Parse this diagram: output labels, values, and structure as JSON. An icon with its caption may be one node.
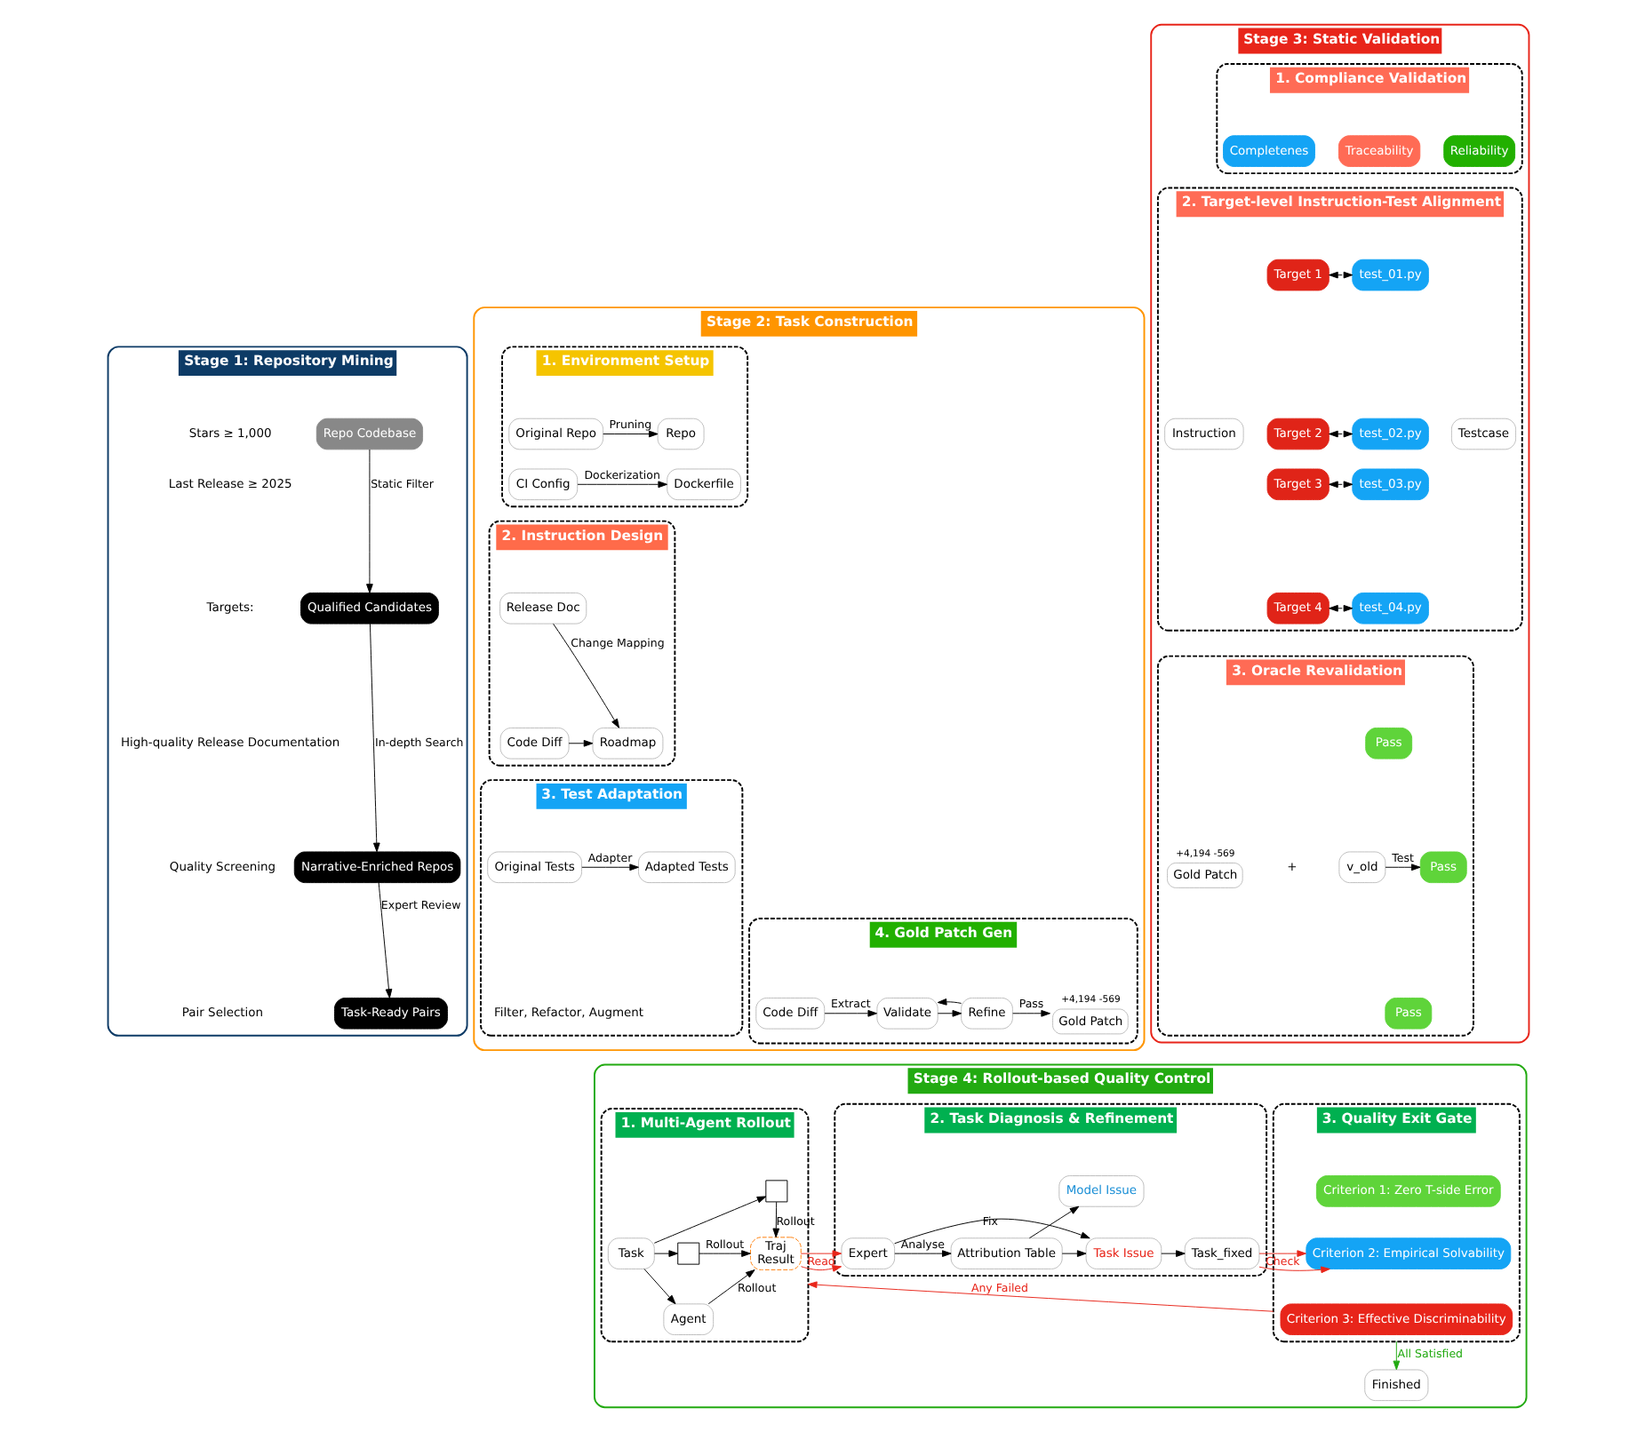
{
  "diagram": {
    "nodes": [
      {
        "text": [
          "Stage 1: Repository Mining"
        ]
      },
      {
        "text": [
          "Repo Codebase"
        ],
        "in": 0
      },
      {
        "text": [
          "Qualified Candidates"
        ],
        "in": 0
      },
      {
        "text": [
          "Narrative-Enriched Repos"
        ],
        "in": 0
      },
      {
        "text": [
          "Task-Ready Pairs"
        ],
        "in": 0
      },
      {
        "text": [
          "Stage 2: Task Construction"
        ]
      },
      {
        "text": [
          "1. Environment Setup"
        ],
        "in": 5
      },
      {
        "text": [
          "Original Repo"
        ],
        "in": 6
      },
      {
        "text": [
          "Repo"
        ],
        "in": 6
      },
      {
        "text": [
          "CI Config"
        ],
        "in": 6
      },
      {
        "text": [
          "Dockerfile"
        ],
        "in": 6
      },
      {
        "text": [
          "2. Instruction Design"
        ],
        "in": 5
      },
      {
        "text": [
          "Release Doc"
        ],
        "in": 11
      },
      {
        "text": [
          "Code Diff"
        ],
        "in": 11
      },
      {
        "text": [
          "Roadmap"
        ],
        "in": 11
      },
      {
        "text": [
          "3. Test Adaptation"
        ],
        "in": 5
      },
      {
        "text": [
          "Original Tests"
        ],
        "in": 15
      },
      {
        "text": [
          "Adapted Tests"
        ],
        "in": 15
      },
      {
        "text": [
          "4. Gold Patch Gen"
        ],
        "in": 5
      },
      {
        "text": [
          "Code Diff"
        ],
        "in": 18
      },
      {
        "text": [
          "Validate"
        ],
        "in": 18
      },
      {
        "text": [
          "Refine"
        ],
        "in": 18
      },
      {
        "text": [
          "Gold Patch"
        ],
        "beside": [
          "+4,194 -569"
        ],
        "in": 18
      },
      {
        "text": [
          "Stage 3: Static Validation"
        ]
      },
      {
        "text": [
          "1. Compliance Validation"
        ],
        "in": 23
      },
      {
        "text": [
          "Completenes"
        ],
        "in": 24
      },
      {
        "text": [
          "Traceability"
        ],
        "in": 24
      },
      {
        "text": [
          "Reliability"
        ],
        "in": 24
      },
      {
        "text": [
          "2. Target-level Instruction-Test Alignment"
        ],
        "in": 23
      },
      {
        "text": [
          "Instruction"
        ],
        "in": 28
      },
      {
        "text": [
          "Target 1"
        ],
        "in": 28
      },
      {
        "text": [
          "Target 2"
        ],
        "in": 28
      },
      {
        "text": [
          "Target 3"
        ],
        "in": 28
      },
      {
        "text": [
          "Target 4"
        ],
        "in": 28
      },
      {
        "text": [
          "test_01.py"
        ],
        "in": 28
      },
      {
        "text": [
          "test_02.py"
        ],
        "in": 28
      },
      {
        "text": [
          "test_03.py"
        ],
        "in": 28
      },
      {
        "text": [
          "test_04.py"
        ],
        "in": 28
      },
      {
        "text": [
          "Testcase"
        ],
        "in": 28
      },
      {
        "text": [
          "3. Oracle Revalidation"
        ],
        "in": 23
      },
      {
        "text": [
          "Gold Patch"
        ],
        "beside": [
          "+4,194 -569"
        ],
        "in": 39
      },
      {
        "text": [
          "v_old"
        ],
        "in": 39
      },
      {
        "text": [
          "Pass"
        ],
        "in": 39
      },
      {
        "text": [
          "Pass"
        ],
        "in": 39
      },
      {
        "text": [
          "Pass"
        ],
        "in": 39
      },
      {
        "text": [
          "Stage 4: Rollout-based Quality Control"
        ]
      },
      {
        "text": [
          "1. Multi-Agent Rollout"
        ],
        "in": 45
      },
      {
        "text": [
          "Task"
        ],
        "in": 46
      },
      {
        "text": [],
        "shape": "box",
        "in": 46
      },
      {
        "text": [],
        "shape": "box",
        "in": 46
      },
      {
        "text": [
          "Agent"
        ],
        "in": 46
      },
      {
        "text": [
          "Traj",
          "Result"
        ],
        "in": 46
      },
      {
        "text": [
          "2. Task Diagnosis & Refinement"
        ],
        "in": 45
      },
      {
        "text": [
          "Expert"
        ],
        "in": 52
      },
      {
        "text": [
          "Attribution Table"
        ],
        "in": 52
      },
      {
        "text": [
          "Model Issue"
        ],
        "in": 52
      },
      {
        "text": [
          "Task Issue"
        ],
        "in": 52
      },
      {
        "text": [
          "Task_fixed"
        ],
        "in": 52
      },
      {
        "text": [
          "3. Quality Exit Gate"
        ],
        "in": 45
      },
      {
        "text": [
          "Criterion 1: Zero T-side Error"
        ],
        "in": 58
      },
      {
        "text": [
          "Criterion 2: Empirical Solvability"
        ],
        "in": 58
      },
      {
        "text": [
          "Criterion 3: Effective Discriminability"
        ],
        "in": 58
      },
      {
        "text": [
          "Finished"
        ],
        "in": 45
      }
    ],
    "edges": [
      {
        "from": 1,
        "to": 2,
        "arrow": "to",
        "label": "Static Filter"
      },
      {
        "from": 2,
        "to": 3,
        "arrow": "to",
        "label": "In-depth Search"
      },
      {
        "from": 3,
        "to": 4,
        "arrow": "to",
        "label": "Expert Review"
      },
      {
        "from": 7,
        "to": 8,
        "arrow": "to",
        "label": "Pruning"
      },
      {
        "from": 9,
        "to": 10,
        "arrow": "to",
        "label": "Dockerization"
      },
      {
        "from": 12,
        "to": 14,
        "arrow": "to",
        "label": "Change Mapping"
      },
      {
        "from": 13,
        "to": 14,
        "arrow": "to"
      },
      {
        "from": 16,
        "to": 17,
        "arrow": "to",
        "label": "Adapter"
      },
      {
        "from": 19,
        "to": 20,
        "arrow": "to",
        "label": "Extract"
      },
      {
        "from": 20,
        "to": 21,
        "arrow": "to"
      },
      {
        "from": 21,
        "to": 20,
        "arrow": "to"
      },
      {
        "from": 21,
        "to": 22,
        "arrow": "to",
        "label": "Pass"
      },
      {
        "from": 30,
        "to": 34,
        "arrow": "both",
        "style": "dashed"
      },
      {
        "from": 31,
        "to": 35,
        "arrow": "both",
        "style": "dashed"
      },
      {
        "from": 32,
        "to": 36,
        "arrow": "both",
        "style": "dashed"
      },
      {
        "from": 33,
        "to": 37,
        "arrow": "both",
        "style": "dashed"
      },
      {
        "from": 41,
        "to": 43,
        "arrow": "to",
        "label": "Test"
      },
      {
        "from": 47,
        "to": 48,
        "arrow": "to"
      },
      {
        "from": 47,
        "to": 49,
        "arrow": "to"
      },
      {
        "from": 47,
        "to": 50,
        "arrow": "to"
      },
      {
        "from": 48,
        "to": 51,
        "arrow": "to",
        "label": "Rollout"
      },
      {
        "from": 49,
        "to": 51,
        "arrow": "to",
        "label": "Rollout"
      },
      {
        "from": 50,
        "to": 51,
        "arrow": "to",
        "label": "Rollout"
      },
      {
        "from": 51,
        "to": 53,
        "arrow": "to",
        "label": "Read",
        "color": "#e8251a"
      },
      {
        "from": 53,
        "to": 54,
        "arrow": "to",
        "label": "Analyse"
      },
      {
        "from": 54,
        "to": 55,
        "arrow": "to"
      },
      {
        "from": 54,
        "to": 56,
        "arrow": "to"
      },
      {
        "from": 53,
        "to": 56,
        "arrow": "to",
        "label": "Fix"
      },
      {
        "from": 56,
        "to": 57,
        "arrow": "to"
      },
      {
        "from": 57,
        "to": 60,
        "arrow": "to",
        "label": "Check",
        "color": "#e8251a"
      },
      {
        "from": 58,
        "to": 62,
        "arrow": "to",
        "label": "All Satisfied",
        "color": "#22aa11"
      },
      {
        "from": 58,
        "to": 46,
        "arrow": "to",
        "label": "Any Failed",
        "color": "#e8251a"
      }
    ],
    "labels": [
      "Stars ≥ 1,000",
      "Last Release ≥ 2025",
      "Targets:",
      "High-quality Release Documentation",
      "Quality Screening",
      "Pair Selection",
      "Filter, Refactor, Augment",
      "+"
    ]
  }
}
